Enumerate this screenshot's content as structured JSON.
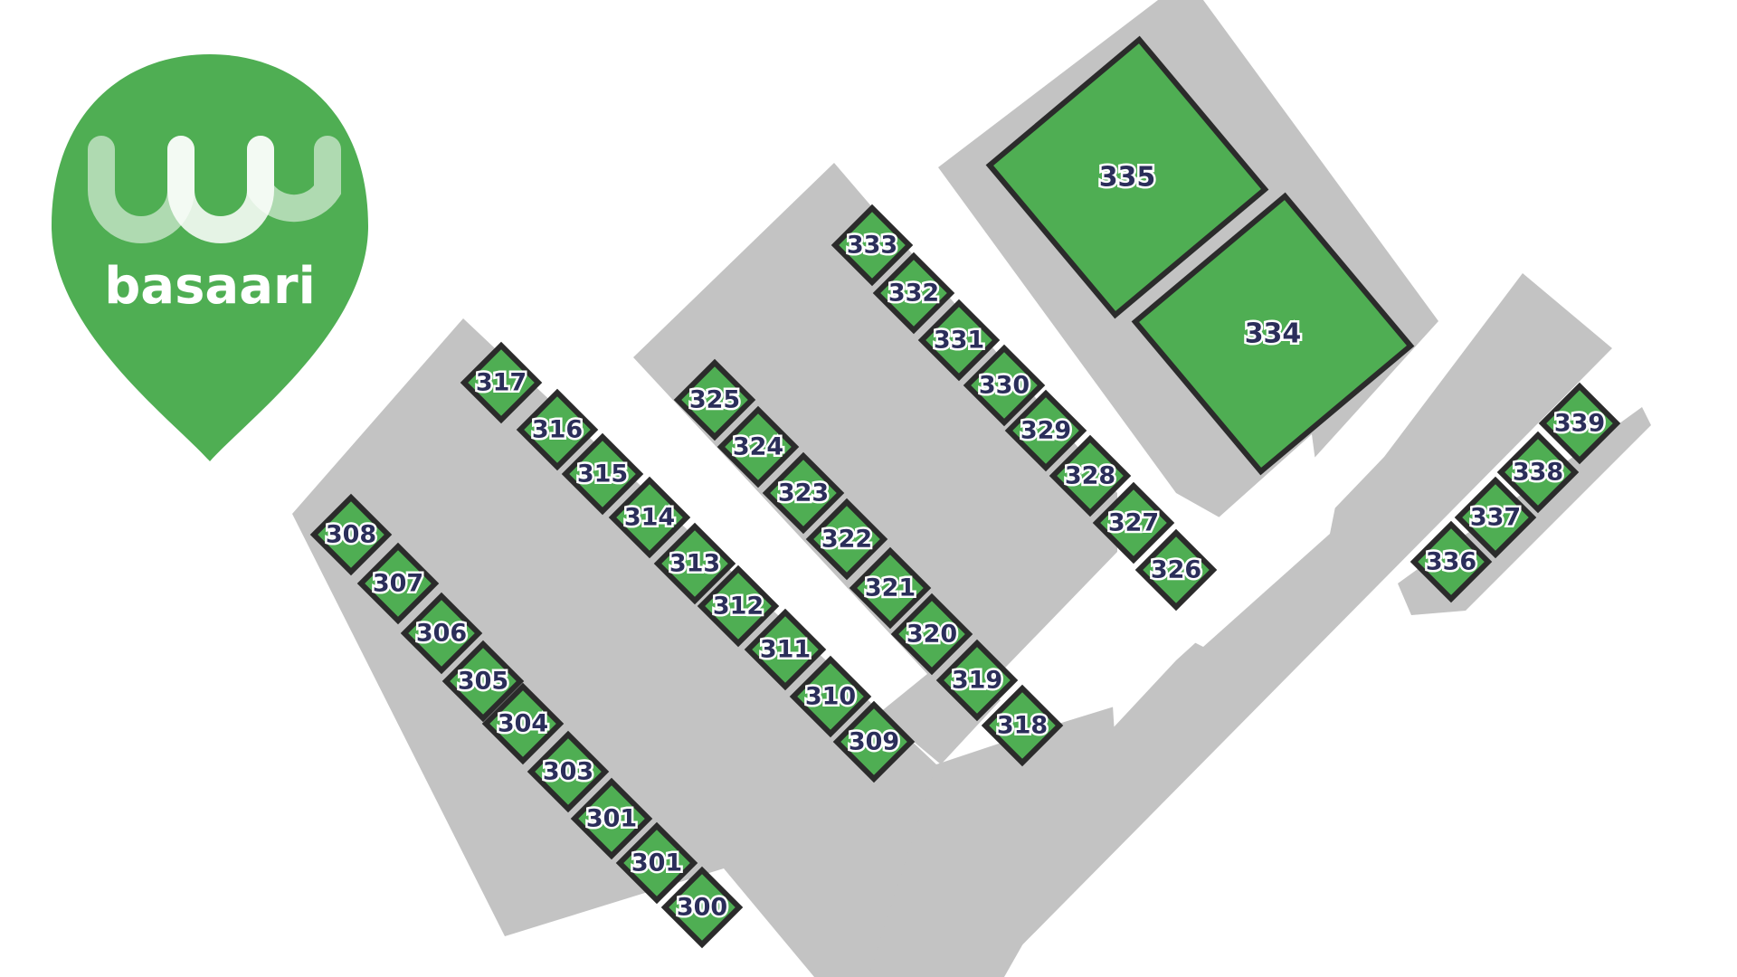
{
  "colors": {
    "stall_fill": "#4fae53",
    "stall_border": "#2b2b2b",
    "road": "#c3c3c3",
    "label_text": "#2b2e5a",
    "logo_green": "#4fae53",
    "background": "#ffffff"
  },
  "logo": {
    "brand": "basaari",
    "icon": "map-pin-icon"
  },
  "stalls": [
    {
      "id": "300"
    },
    {
      "id": "301"
    },
    {
      "id": "301"
    },
    {
      "id": "303"
    },
    {
      "id": "304"
    },
    {
      "id": "305"
    },
    {
      "id": "306"
    },
    {
      "id": "307"
    },
    {
      "id": "308"
    },
    {
      "id": "309"
    },
    {
      "id": "310"
    },
    {
      "id": "311"
    },
    {
      "id": "312"
    },
    {
      "id": "313"
    },
    {
      "id": "314"
    },
    {
      "id": "315"
    },
    {
      "id": "316"
    },
    {
      "id": "317"
    },
    {
      "id": "318"
    },
    {
      "id": "319"
    },
    {
      "id": "320"
    },
    {
      "id": "321"
    },
    {
      "id": "322"
    },
    {
      "id": "323"
    },
    {
      "id": "324"
    },
    {
      "id": "325"
    },
    {
      "id": "326"
    },
    {
      "id": "327"
    },
    {
      "id": "328"
    },
    {
      "id": "329"
    },
    {
      "id": "330"
    },
    {
      "id": "331"
    },
    {
      "id": "332"
    },
    {
      "id": "333"
    },
    {
      "id": "334"
    },
    {
      "id": "335"
    },
    {
      "id": "336"
    },
    {
      "id": "337"
    },
    {
      "id": "338"
    },
    {
      "id": "339"
    }
  ]
}
